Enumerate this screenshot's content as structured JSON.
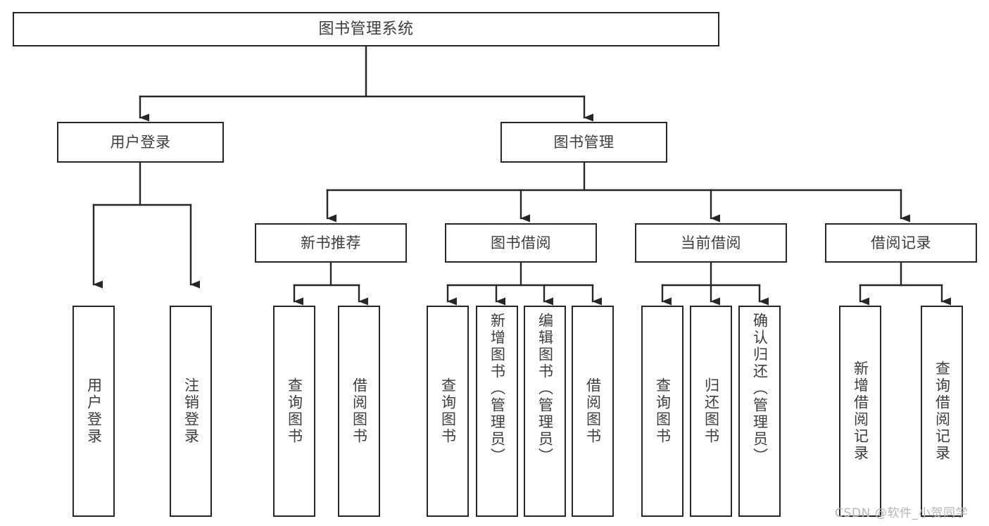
{
  "diagram": {
    "type": "tree",
    "title": "图书管理系统",
    "orientation": "top-down",
    "colors": {
      "box_border": "#262626",
      "box_fill": "#ffffff",
      "text": "#3d3d3d",
      "edge": "#262626",
      "watermark": "#b6b6b6",
      "background": "#ffffff"
    },
    "root": {
      "id": "root",
      "label": "图书管理系统"
    },
    "level2": [
      {
        "id": "user-login",
        "label": "用户登录"
      },
      {
        "id": "book-manage",
        "label": "图书管理"
      }
    ],
    "level3": [
      {
        "id": "new-book-recommend",
        "label": "新书推荐",
        "parent": "book-manage"
      },
      {
        "id": "book-borrow",
        "label": "图书借阅",
        "parent": "book-manage"
      },
      {
        "id": "current-borrow",
        "label": "当前借阅",
        "parent": "book-manage"
      },
      {
        "id": "borrow-record",
        "label": "借阅记录",
        "parent": "book-manage"
      }
    ],
    "leaves": [
      {
        "id": "leaf-user-login",
        "label": "用户登录",
        "parent": "user-login"
      },
      {
        "id": "leaf-logout-login",
        "label": "注销登录",
        "parent": "user-login"
      },
      {
        "id": "leaf-query-book-1",
        "label": "查询图书",
        "parent": "new-book-recommend"
      },
      {
        "id": "leaf-borrow-book-1",
        "label": "借阅图书",
        "parent": "new-book-recommend"
      },
      {
        "id": "leaf-query-book-2",
        "label": "查询图书",
        "parent": "book-borrow"
      },
      {
        "id": "leaf-add-book",
        "label": "新增图书（管理员）",
        "parent": "book-borrow"
      },
      {
        "id": "leaf-edit-book",
        "label": "编辑图书（管理员）",
        "parent": "book-borrow"
      },
      {
        "id": "leaf-borrow-book-2",
        "label": "借阅图书",
        "parent": "book-borrow"
      },
      {
        "id": "leaf-query-book-3",
        "label": "查询图书",
        "parent": "current-borrow"
      },
      {
        "id": "leaf-return-book",
        "label": "归还图书",
        "parent": "current-borrow"
      },
      {
        "id": "leaf-confirm-return",
        "label": "确认归还（管理员）",
        "parent": "current-borrow"
      },
      {
        "id": "leaf-add-record",
        "label": "新增借阅记录",
        "parent": "borrow-record"
      },
      {
        "id": "leaf-query-record",
        "label": "查询借阅记录",
        "parent": "borrow-record"
      }
    ]
  },
  "watermark": {
    "text": "CSDN @软件_小贺同学"
  }
}
